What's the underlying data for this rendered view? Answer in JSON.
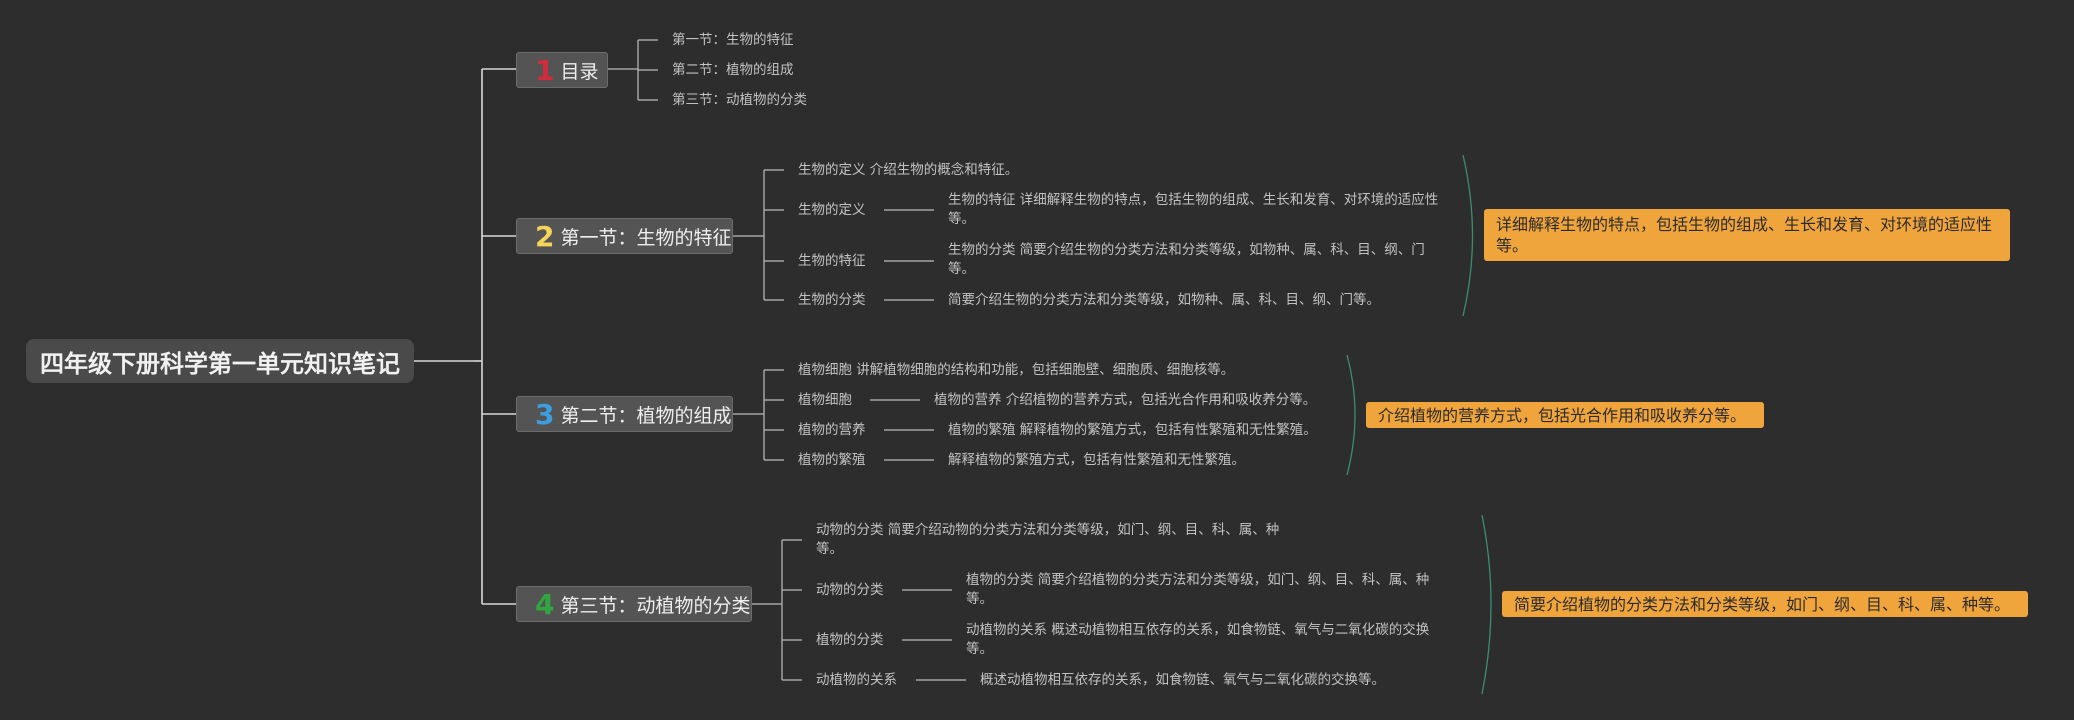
{
  "root": {
    "title": "四年级下册科学第一单元知识笔记"
  },
  "colors": {
    "background": "#2d2d2d",
    "num_1": "#d22b3c",
    "num_2": "#f5d45a",
    "num_3": "#3c9ede",
    "num_4": "#2fa73e",
    "summary_bg": "#f0a43c"
  },
  "branches": [
    {
      "num": "1",
      "label": "目录",
      "items": [
        "第一节：生物的特征",
        "第二节：植物的组成",
        "第三节：动植物的分类"
      ]
    },
    {
      "num": "2",
      "label": "第一节：生物的特征",
      "items": [
        {
          "text": "生物的定义 介绍生物的概念和特征。"
        },
        {
          "text": "生物的定义",
          "detail": "生物的特征 详细解释生物的特点，包括生物的组成、生长和发育、对环境的适应性等。"
        },
        {
          "text": "生物的特征",
          "detail": "生物的分类 简要介绍生物的分类方法和分类等级，如物种、属、科、目、纲、门等。"
        },
        {
          "text": "生物的分类",
          "detail": "简要介绍生物的分类方法和分类等级，如物种、属、科、目、纲、门等。"
        }
      ],
      "summary": "详细解释生物的特点，包括生物的组成、生长和发育、对环境的适应性等。"
    },
    {
      "num": "3",
      "label": "第二节：植物的组成",
      "items": [
        {
          "text": "植物细胞 讲解植物细胞的结构和功能，包括细胞壁、细胞质、细胞核等。"
        },
        {
          "text": "植物细胞",
          "detail": "植物的营养 介绍植物的营养方式，包括光合作用和吸收养分等。"
        },
        {
          "text": "植物的营养",
          "detail": "植物的繁殖 解释植物的繁殖方式，包括有性繁殖和无性繁殖。"
        },
        {
          "text": "植物的繁殖",
          "detail": "解释植物的繁殖方式，包括有性繁殖和无性繁殖。"
        }
      ],
      "summary": "介绍植物的营养方式，包括光合作用和吸收养分等。"
    },
    {
      "num": "4",
      "label": "第三节：动植物的分类",
      "items": [
        {
          "text": "动物的分类 简要介绍动物的分类方法和分类等级，如门、纲、目、科、属、种等。"
        },
        {
          "text": "动物的分类",
          "detail": "植物的分类 简要介绍植物的分类方法和分类等级，如门、纲、目、科、属、种等。"
        },
        {
          "text": "植物的分类",
          "detail": "动植物的关系 概述动植物相互依存的关系，如食物链、氧气与二氧化碳的交换等。"
        },
        {
          "text": "动植物的关系",
          "detail": "概述动植物相互依存的关系，如食物链、氧气与二氧化碳的交换等。"
        }
      ],
      "summary": "简要介绍植物的分类方法和分类等级，如门、纲、目、科、属、种等。"
    }
  ]
}
